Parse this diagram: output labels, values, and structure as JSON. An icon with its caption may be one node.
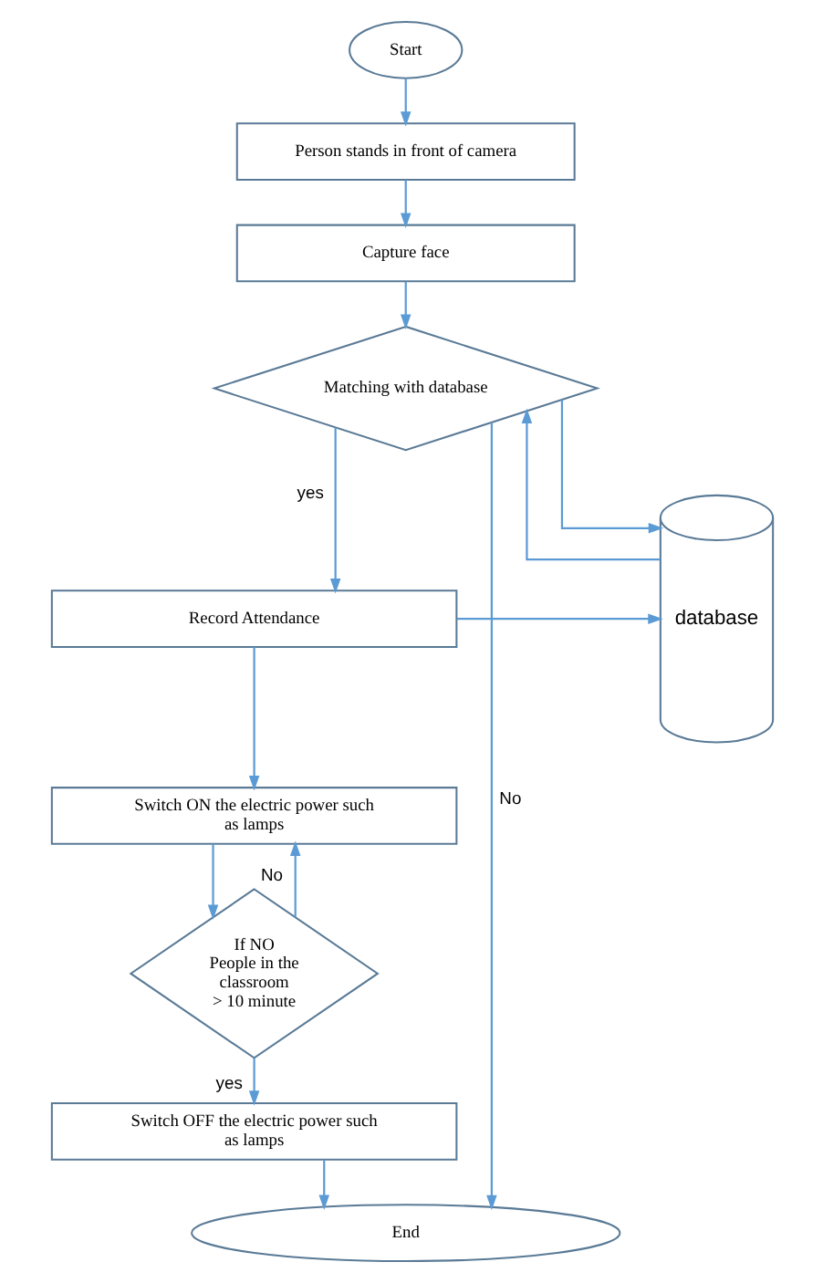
{
  "diagram": {
    "nodes": [
      {
        "text": [
          "Start"
        ]
      },
      {
        "text": [
          "Person stands in front of camera"
        ]
      },
      {
        "text": [
          "Capture face"
        ]
      },
      {
        "text": [
          "Matching with database"
        ]
      },
      {
        "text": [
          "database"
        ]
      },
      {
        "text": [
          "Record Attendance"
        ]
      },
      {
        "text": [
          "Switch ON the electric power such as lamps"
        ]
      },
      {
        "text": [
          "If NO People in the classroom > 10 minute"
        ]
      },
      {
        "text": [
          "Switch OFF the electric power such as lamps"
        ]
      },
      {
        "text": [
          "End"
        ]
      }
    ],
    "edges": [
      {
        "from": 0,
        "to": 1,
        "arrow": "to"
      },
      {
        "from": 1,
        "to": 2,
        "arrow": "to"
      },
      {
        "from": 2,
        "to": 3,
        "arrow": "to"
      },
      {
        "from": 3,
        "to": 4,
        "arrow": "to"
      },
      {
        "from": 4,
        "to": 3,
        "arrow": "to"
      },
      {
        "from": 3,
        "to": 9,
        "label": "No",
        "arrow": "to"
      },
      {
        "from": 3,
        "to": 5,
        "label": "yes",
        "arrow": "to"
      },
      {
        "from": 5,
        "to": 4,
        "arrow": "to"
      },
      {
        "from": 5,
        "to": 6,
        "arrow": "to"
      },
      {
        "from": 6,
        "to": 7,
        "arrow": "to"
      },
      {
        "from": 7,
        "to": 6,
        "label": "No",
        "arrow": "to"
      },
      {
        "from": 7,
        "to": 8,
        "label": "yes",
        "arrow": "to"
      },
      {
        "from": 8,
        "to": 9,
        "arrow": "to"
      }
    ]
  }
}
